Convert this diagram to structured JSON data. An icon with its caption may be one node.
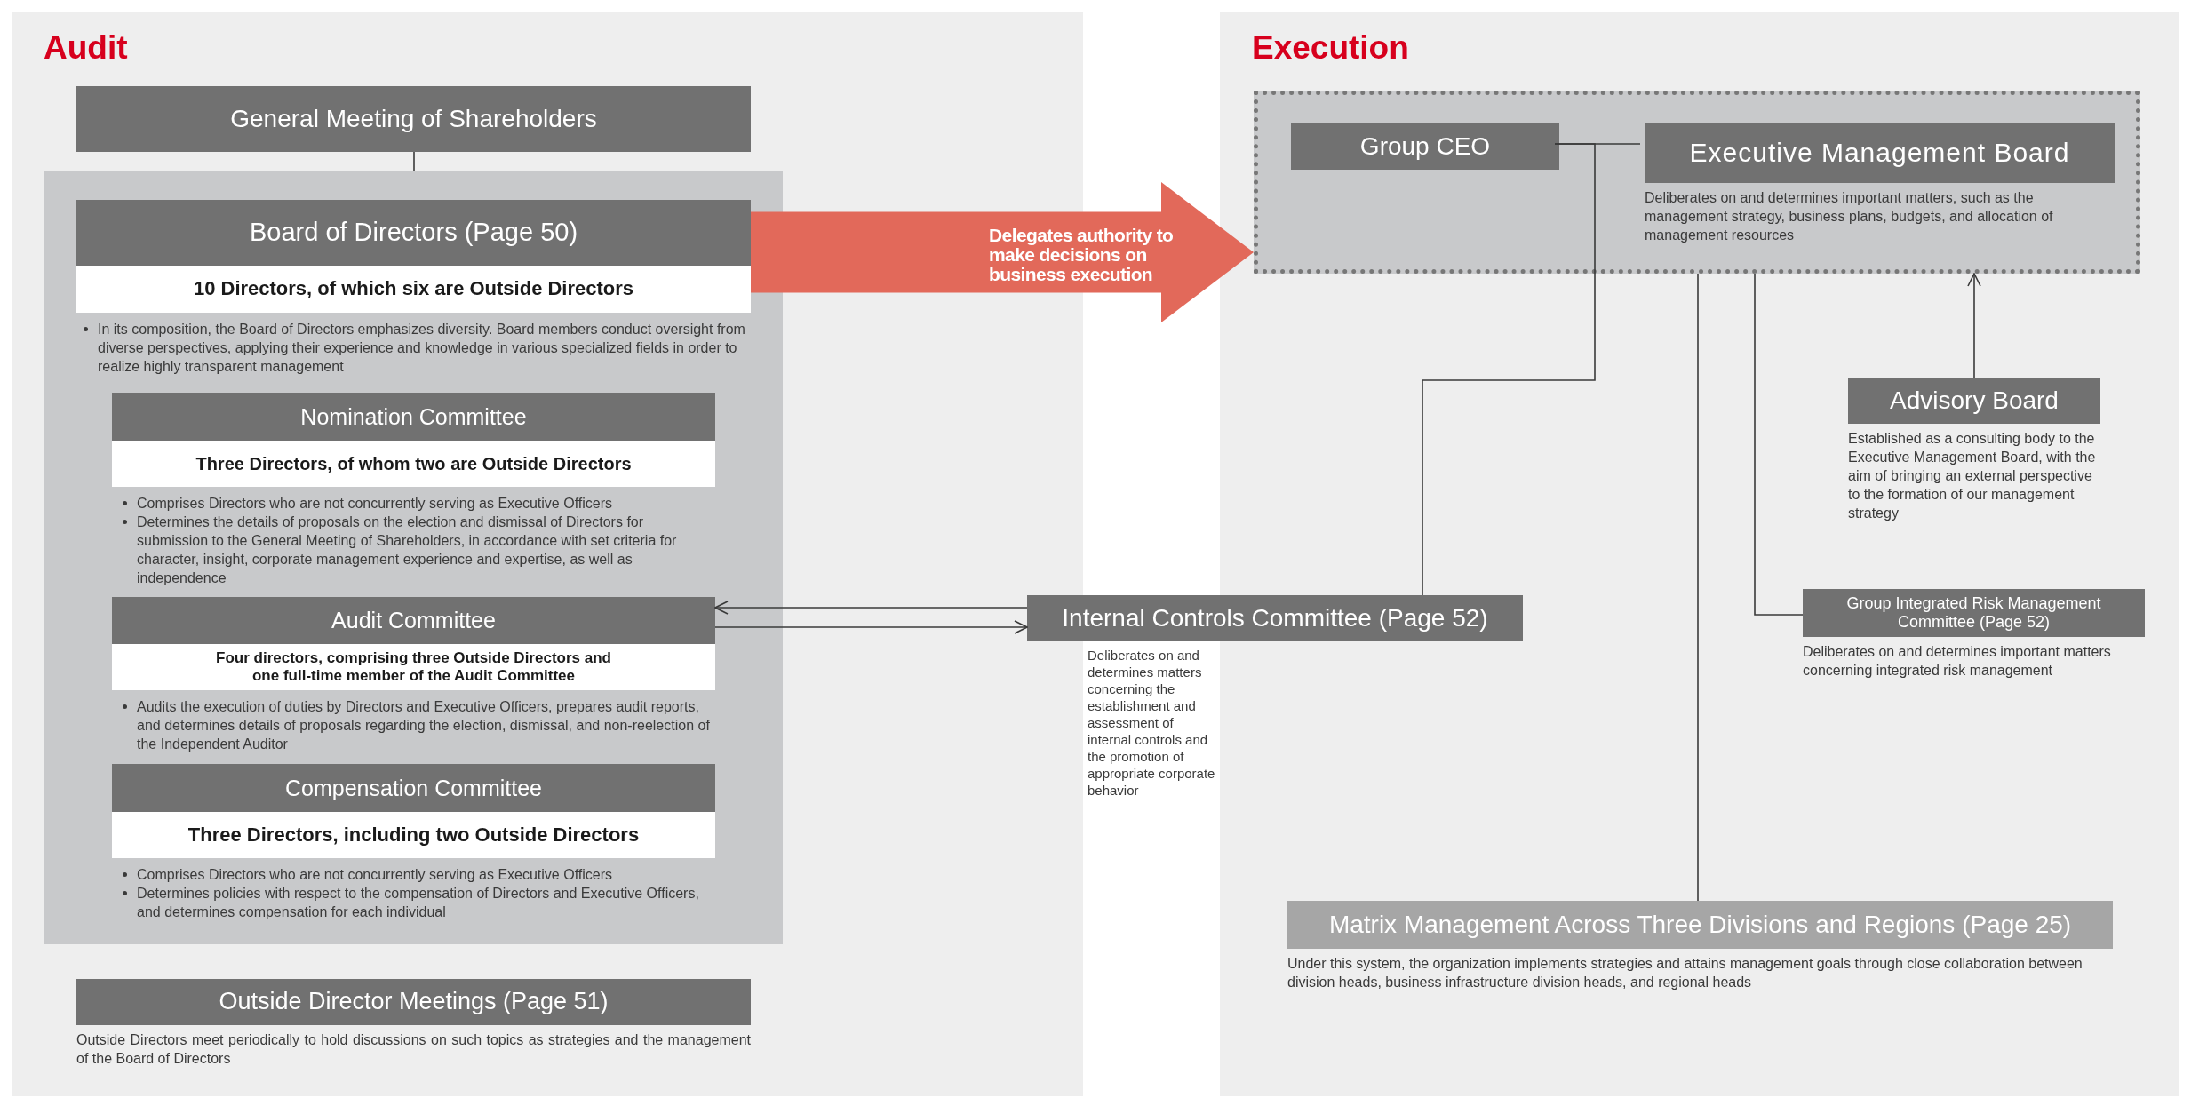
{
  "diagram": {
    "nodes": [
      {
        "text": [
          "Audit"
        ]
      },
      {
        "text": [
          "General Meeting of Shareholders"
        ],
        "in": 0
      },
      {
        "text": [],
        "shape": "box",
        "in": 0
      },
      {
        "text": [
          "Board of Directors (Page 50)",
          "10 Directors, of which six are Outside Directors",
          "In its composition, the Board of Directors emphasizes diversity. Board members conduct oversight from diverse perspectives, applying their experience and knowledge in various specialized fields in order to realize highly transparent management"
        ],
        "in": 2
      },
      {
        "text": [
          "Nomination Committee",
          "Three Directors, of whom two are Outside Directors",
          "Comprises Directors who are not concurrently serving as Executive Officers",
          "Determines the details of proposals on the election and dismissal of Directors for submission to the General Meeting of Shareholders, in accordance with set criteria for character, insight, corporate management experience and expertise, as well as independence"
        ],
        "in": 2
      },
      {
        "text": [
          "Audit Committee",
          "Four directors, comprising three Outside Directors and one full-time member of the Audit Committee",
          "Audits the execution of duties by Directors and Executive Officers, prepares audit reports, and determines details of proposals regarding the election, dismissal, and non-reelection of the Independent Auditor"
        ],
        "in": 2
      },
      {
        "text": [
          "Compensation Committee",
          "Three Directors, including two Outside Directors",
          "Comprises Directors who are not concurrently serving as Executive Officers",
          "Determines policies with respect to the compensation of Directors and Executive Officers, and determines compensation for each individual"
        ],
        "in": 2
      },
      {
        "text": [
          "Outside Director Meetings (Page 51)",
          "Outside Directors meet periodically to hold discussions on such topics as strategies and the management of the Board of Directors"
        ],
        "in": 0
      },
      {
        "text": [
          "Execution"
        ]
      },
      {
        "text": [],
        "shape": "box",
        "in": 8
      },
      {
        "text": [
          "Group CEO"
        ],
        "in": 9
      },
      {
        "text": [
          "Executive Management Board",
          "Deliberates on and determines important matters, such as the management strategy, business plans, budgets, and allocation of management resources"
        ],
        "in": 9
      },
      {
        "text": [
          "Advisory Board",
          "Established as a consulting body to the Executive Management Board, with the aim of bringing an external perspective to the formation of our management strategy"
        ],
        "in": 8
      },
      {
        "text": [
          "Group Integrated Risk Management Committee (Page 52)",
          "Deliberates on and determines important matters concerning integrated risk management"
        ],
        "in": 8
      },
      {
        "text": [
          "Matrix Management Across Three Divisions and Regions (Page 25)",
          "Under this system, the organization implements strategies and attains management goals through close collaboration between division heads, business infrastructure division heads, and regional heads"
        ],
        "in": 8
      },
      {
        "text": [
          "Internal Controls Committee (Page 52)",
          "Deliberates on and determines matters concerning the establishment and assessment of internal controls and the promotion of appropriate corporate behavior"
        ]
      }
    ],
    "edges": [
      {
        "from": 1,
        "to": 2,
        "arrow": "none"
      },
      {
        "from": 3,
        "to": 9,
        "arrow": "to",
        "label": "Delegates authority to make decisions on business execution",
        "style": "thick",
        "color": "#e2695a"
      },
      {
        "from": 15,
        "to": 5,
        "arrow": "to"
      },
      {
        "from": 5,
        "to": 15,
        "arrow": "to"
      },
      {
        "from": 10,
        "to": 11,
        "arrow": "none"
      },
      {
        "from": 10,
        "to": 15,
        "arrow": "none"
      },
      {
        "from": 9,
        "to": 14,
        "arrow": "none"
      },
      {
        "from": 9,
        "to": 13,
        "arrow": "none"
      },
      {
        "from": 12,
        "to": 9,
        "arrow": "to"
      }
    ]
  }
}
